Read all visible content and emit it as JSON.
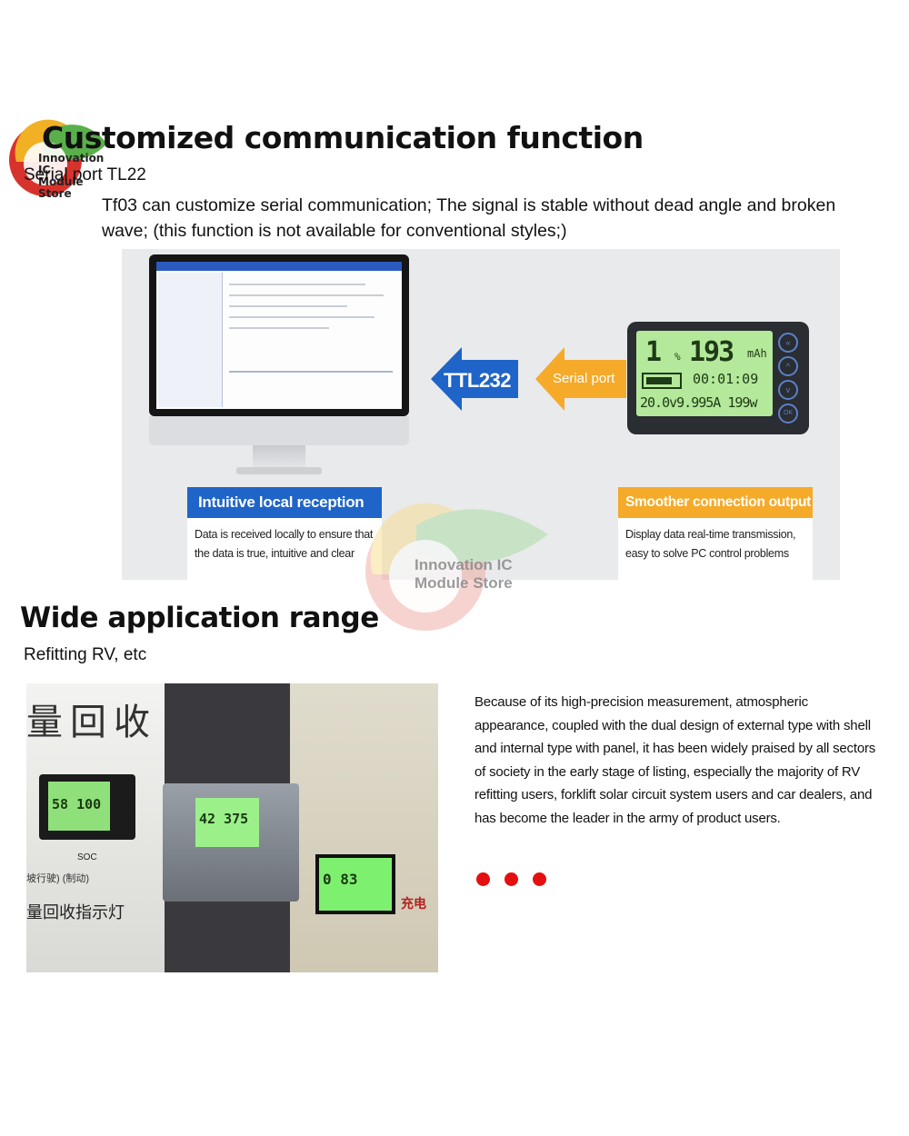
{
  "brand": {
    "logo_text_line1": "Innovation IC",
    "logo_text_line2": "Module Store"
  },
  "section1": {
    "heading": "Customized communication function",
    "subheading": "Serial port TL22",
    "intro": "Tf03 can customize serial communication; The signal is stable without dead angle and broken wave; (this function is not available for conventional styles;)",
    "arrow_left_label": "TTL232",
    "arrow_right_label": "Serial port",
    "meter": {
      "value_big": "193",
      "value_prefix": "1",
      "percent": "%",
      "unit": "mAh",
      "time": "00:01:09",
      "line3": "20.0v9.995A 199w",
      "buttons": [
        "«",
        "^",
        "v",
        "OK"
      ]
    },
    "card_left": {
      "title": "Intuitive local reception",
      "text": "Data is received locally to ensure that the data is true, intuitive and clear"
    },
    "card_right": {
      "title": "Smoother connection output",
      "text": "Display data real-time transmission, easy to solve PC control problems"
    }
  },
  "watermark": {
    "line1": "Innovation IC",
    "line2": "Module Store"
  },
  "section2": {
    "heading": "Wide application range",
    "subheading": "Refitting RV, etc",
    "photo": {
      "wall_chars": "量回收",
      "soc_label": "SOC",
      "cn_small": "坡行驶)    (制动)",
      "cn_big": "量回收指示灯",
      "cn_red": "充电",
      "lcd1": "58 100",
      "lcd2": "42 375",
      "lcd3": "0  83"
    },
    "description": "Because of its high-precision measurement, atmospheric appearance, coupled with the dual design of external type with shell and internal type with panel, it has been widely praised by all sectors of society in the early stage of listing, especially the majority of RV refitting users, forklift solar circuit system users and car dealers, and has become the leader in the army of product users."
  },
  "colors": {
    "blue": "#1f64c8",
    "orange": "#f5aa2a",
    "dot_red": "#e40f0f",
    "lcd_green": "#b4e89a"
  }
}
